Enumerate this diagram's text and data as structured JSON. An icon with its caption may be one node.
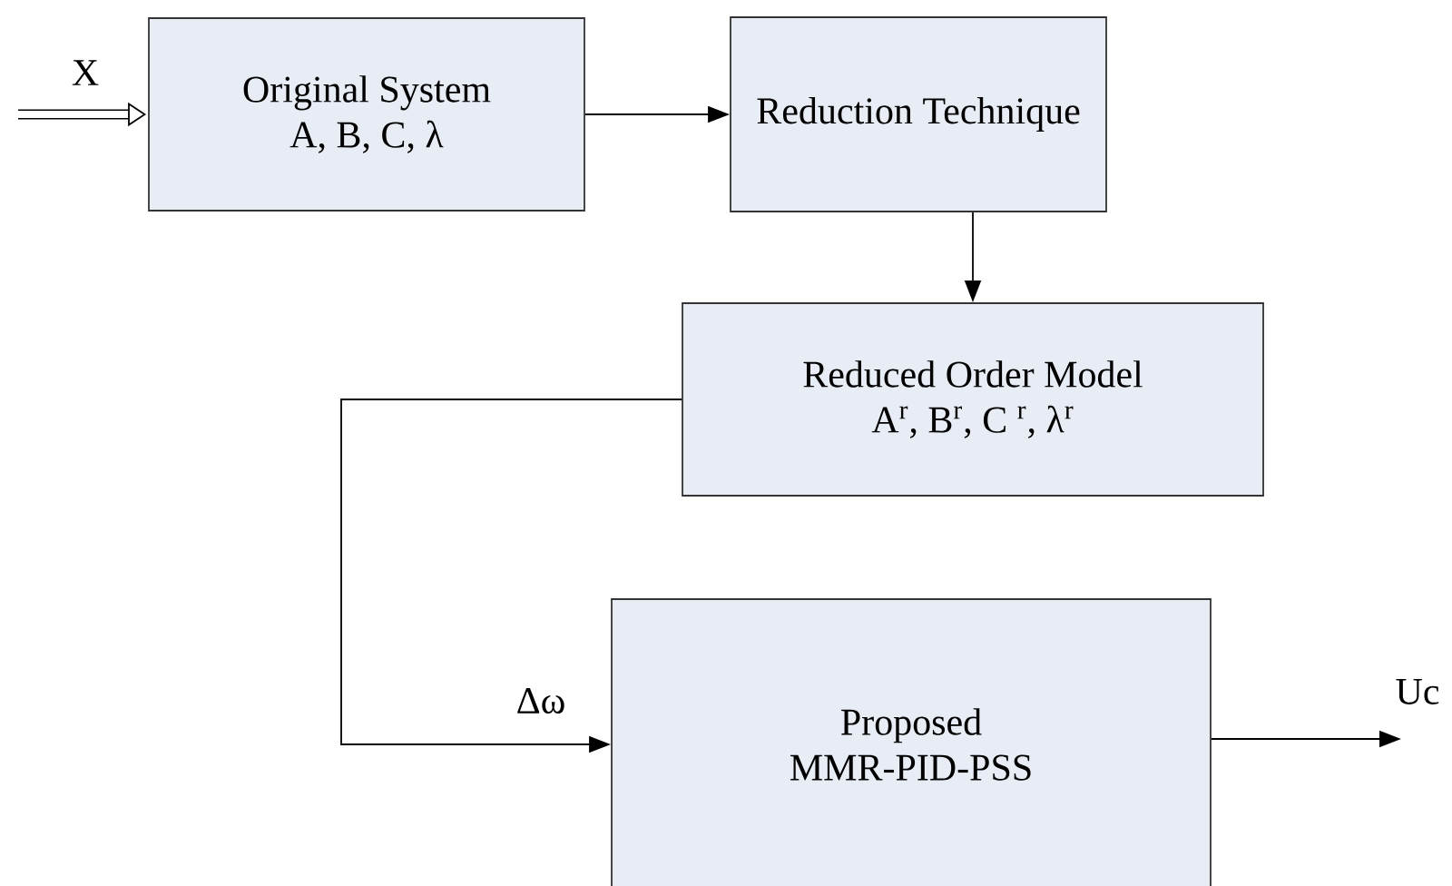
{
  "diagram": {
    "nodes": [
      {
        "text": [
          "Original System",
          "A, B, C, λ"
        ]
      },
      {
        "text": [
          "Reduction Technique"
        ]
      },
      {
        "text": [
          "Reduced Order Model",
          "A$^{r}$,  B$^{r}$, C $^{r}$, λ$^{r}$"
        ]
      },
      {
        "text": [
          "Proposed MMR-PID-PSS"
        ]
      }
    ],
    "edges": [
      {
        "from": null,
        "to": 0,
        "arrow": "to",
        "label": "X",
        "style": "thick"
      },
      {
        "from": 0,
        "to": 1,
        "arrow": "to"
      },
      {
        "from": 1,
        "to": 2,
        "arrow": "to"
      },
      {
        "from": 2,
        "to": 3,
        "arrow": "to",
        "label": "Δω"
      },
      {
        "from": 3,
        "to": null,
        "arrow": "to",
        "label": "Uc"
      }
    ]
  }
}
